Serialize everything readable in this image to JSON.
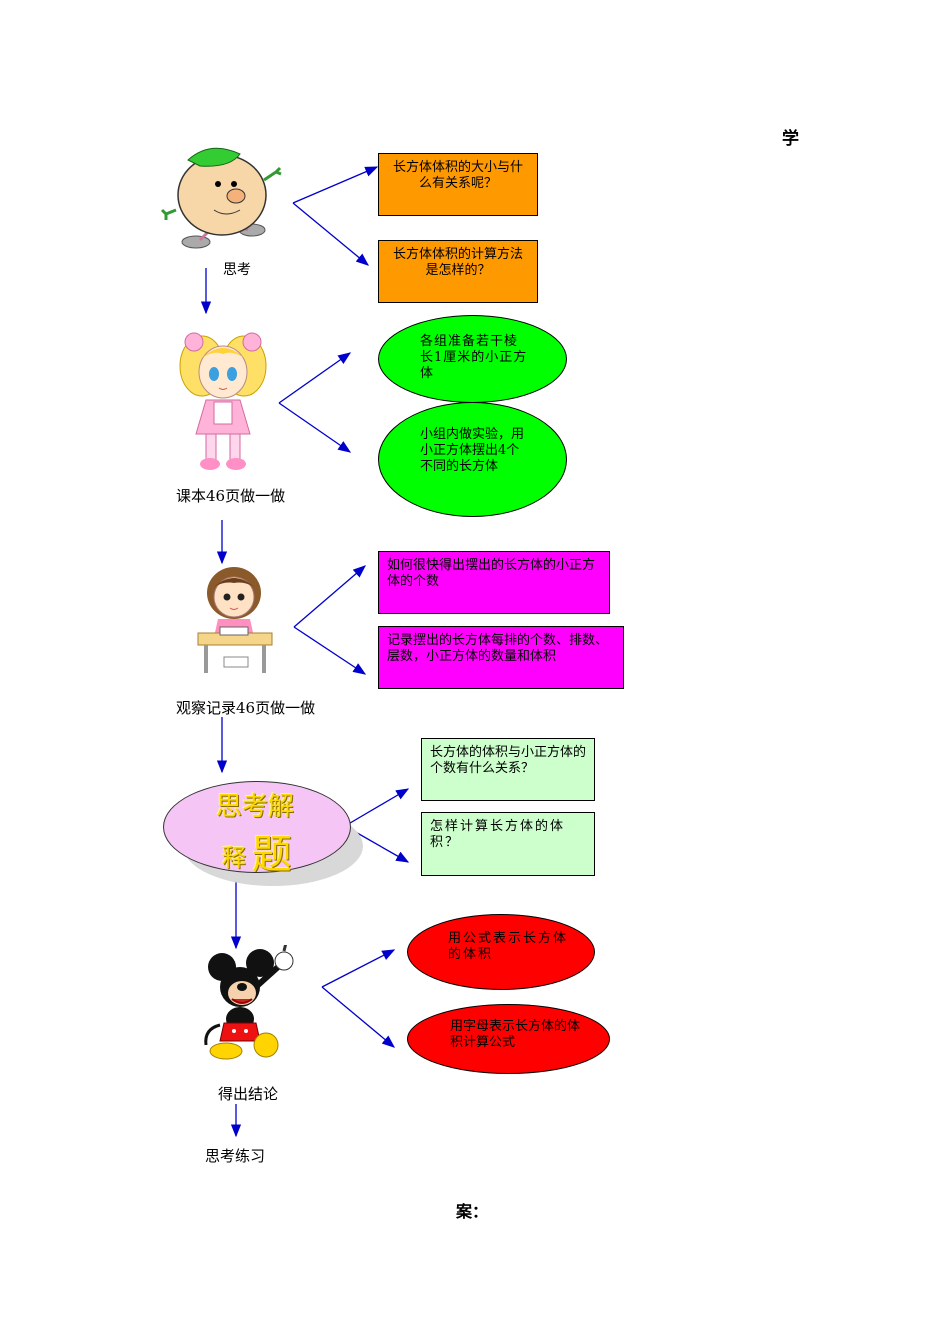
{
  "header": {
    "char": "学"
  },
  "footer": {
    "text": "案："
  },
  "stages": [
    {
      "label": "思考",
      "figure": "cartoon-egg-man"
    },
    {
      "label": "课本46页做一做",
      "figure": "cartoon-girl-pink"
    },
    {
      "label": "观察记录46页做一做",
      "figure": "cartoon-girl-reading"
    },
    {
      "label": "思考解释题",
      "figure": "pink-ellipse-title",
      "title_line1": "思考解",
      "title_line2_a": "释",
      "title_line2_b": "题"
    },
    {
      "label": "得出结论",
      "figure": "mickey-mouse"
    },
    {
      "label": "思考练习"
    }
  ],
  "nodes": {
    "s1_a": "长方体体积的大小与什么有关系呢？",
    "s1_b": "长方体体积的计算方法是怎样的？",
    "s2_a": "各组准备若干棱长1厘米的小正方体",
    "s2_b": "小组内做实验，用小正方体摆出4个不同的长方体",
    "s3_a": "如何很快得出摆出的长方体的小正方体的个数",
    "s3_b": "记录摆出的长方体每排的个数、排数、层数，小正方体的数量和体积",
    "s4_a": "长方体的体积与小正方体的个数有什么关系？",
    "s4_b": "怎样计算长方体的体积？",
    "s5_a": "用公式表示长方体的体积",
    "s5_b": "用字母表示长方体的体积计算公式"
  },
  "colors": {
    "orange": "#ff9900",
    "green": "#00ff00",
    "magenta": "#ff00ff",
    "mint": "#ccffcc",
    "red": "#ff0000",
    "arrow": "#0000cc",
    "title_ellipse": "#f5c6f5"
  }
}
